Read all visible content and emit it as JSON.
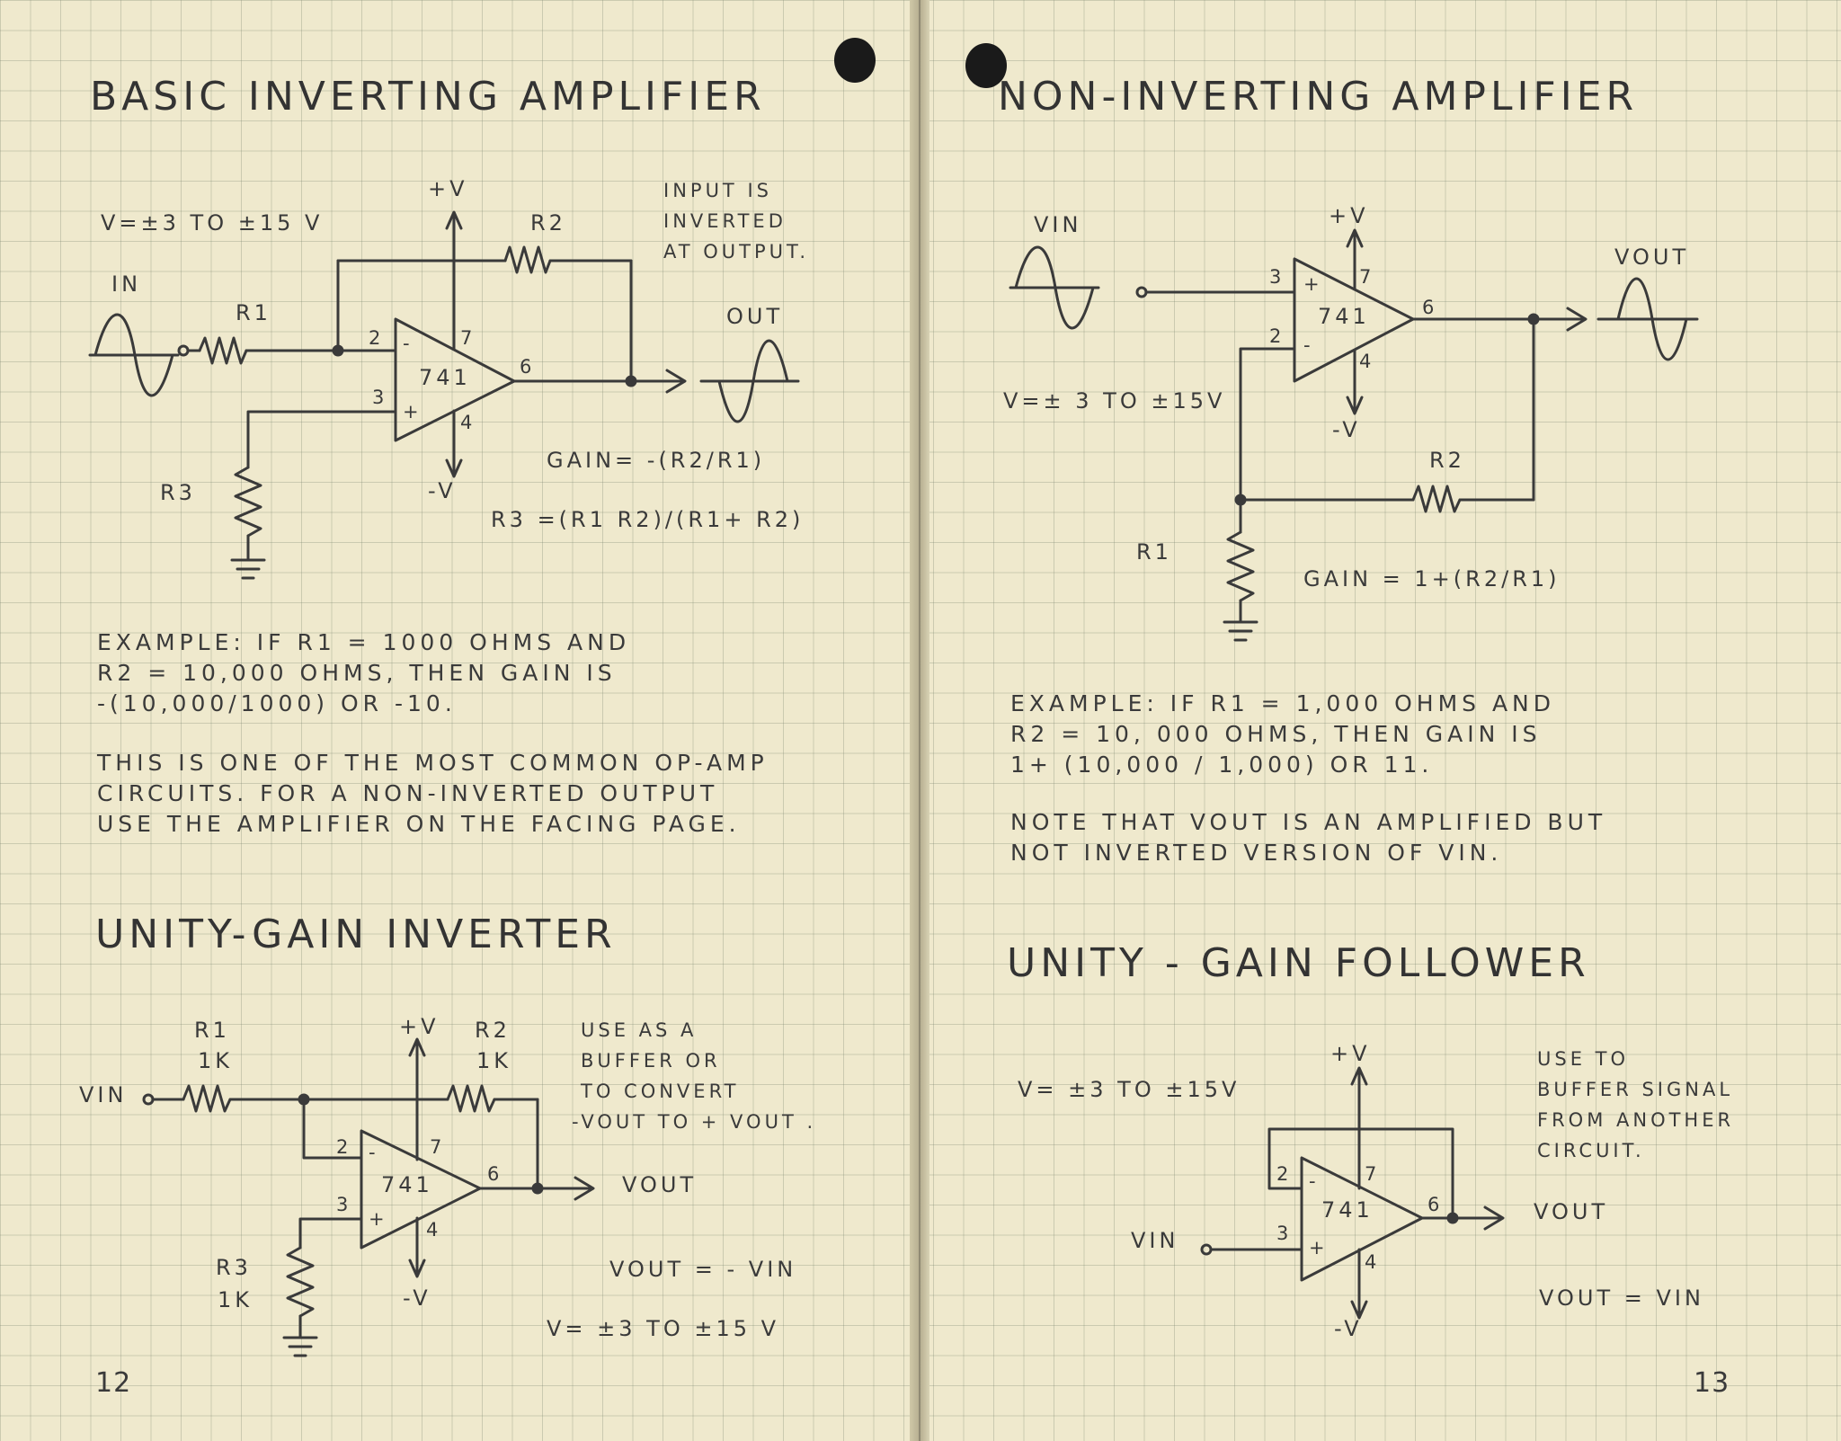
{
  "left_page": {
    "title": "BASIC INVERTING AMPLIFIER",
    "page_number": "12",
    "inverting": {
      "supply": "V=±3 TO ±15 V",
      "plus_v": "+V",
      "minus_v": "-V",
      "in": "IN",
      "out": "OUT",
      "r1": "R1",
      "r2": "R2",
      "r3": "R3",
      "chip": "741",
      "pin2": "2",
      "pin3": "3",
      "pin4": "4",
      "pin6": "6",
      "pin7": "7",
      "minus_sign": "-",
      "plus_sign": "+",
      "note_lines": [
        "INPUT IS",
        "INVERTED",
        "AT OUTPUT."
      ],
      "gain": "GAIN= -(R2/R1)",
      "r3_formula": "R3 =(R1 R2)/(R1+ R2)"
    },
    "example_lines": [
      "EXAMPLE: IF R1 = 1000 OHMS AND",
      "R2 = 10,000 OHMS, THEN GAIN IS",
      "-(10,000/1000) OR -10."
    ],
    "common_lines": [
      "THIS IS ONE OF THE MOST COMMON OP-AMP",
      "CIRCUITS. FOR A NON-INVERTED OUTPUT",
      "USE THE AMPLIFIER ON THE FACING PAGE."
    ],
    "unity_title": "UNITY-GAIN INVERTER",
    "unity": {
      "r1": "R1",
      "r1_value": "1K",
      "r2": "R2",
      "r2_value": "1K",
      "r3": "R3",
      "r3_value": "1K",
      "plus_v": "+V",
      "minus_v": "-V",
      "vin": "VIN",
      "vout": "VOUT",
      "chip": "741",
      "pin2": "2",
      "pin3": "3",
      "pin4": "4",
      "pin6": "6",
      "pin7": "7",
      "minus_sign": "-",
      "plus_sign": "+",
      "note_lines": [
        "USE AS A",
        "BUFFER OR",
        "TO CONVERT",
        "-VOUT TO + VOUT ."
      ],
      "formula": "VOUT = - VIN",
      "supply": "V= ±3 TO ±15 V"
    }
  },
  "right_page": {
    "title": "NON-INVERTING AMPLIFIER",
    "page_number": "13",
    "noninverting": {
      "vin": "VIN",
      "vout": "VOUT",
      "plus_v": "+V",
      "minus_v": "-V",
      "supply": "V=± 3 TO ±15V",
      "r1": "R1",
      "r2": "R2",
      "chip": "741",
      "pin2": "2",
      "pin3": "3",
      "pin4": "4",
      "pin6": "6",
      "pin7": "7",
      "minus_sign": "-",
      "plus_sign": "+",
      "gain": "GAIN = 1+(R2/R1)"
    },
    "example_lines": [
      "EXAMPLE: IF R1 = 1,000 OHMS AND",
      "R2 = 10, 000 OHMS, THEN GAIN IS",
      "1+ (10,000 / 1,000) OR 11."
    ],
    "note_lines": [
      "NOTE THAT VOUT IS AN AMPLIFIED BUT",
      "NOT INVERTED VERSION OF VIN."
    ],
    "follower_title": "UNITY - GAIN FOLLOWER",
    "follower": {
      "supply": "V= ±3 TO ±15V",
      "plus_v": "+V",
      "minus_v": "-V",
      "vin": "VIN",
      "vout": "VOUT",
      "chip": "741",
      "pin2": "2",
      "pin3": "3",
      "pin4": "4",
      "pin6": "6",
      "pin7": "7",
      "minus_sign": "-",
      "plus_sign": "+",
      "note_lines": [
        "USE TO",
        "BUFFER SIGNAL",
        "FROM ANOTHER",
        "CIRCUIT."
      ],
      "formula": "VOUT = VIN"
    }
  }
}
